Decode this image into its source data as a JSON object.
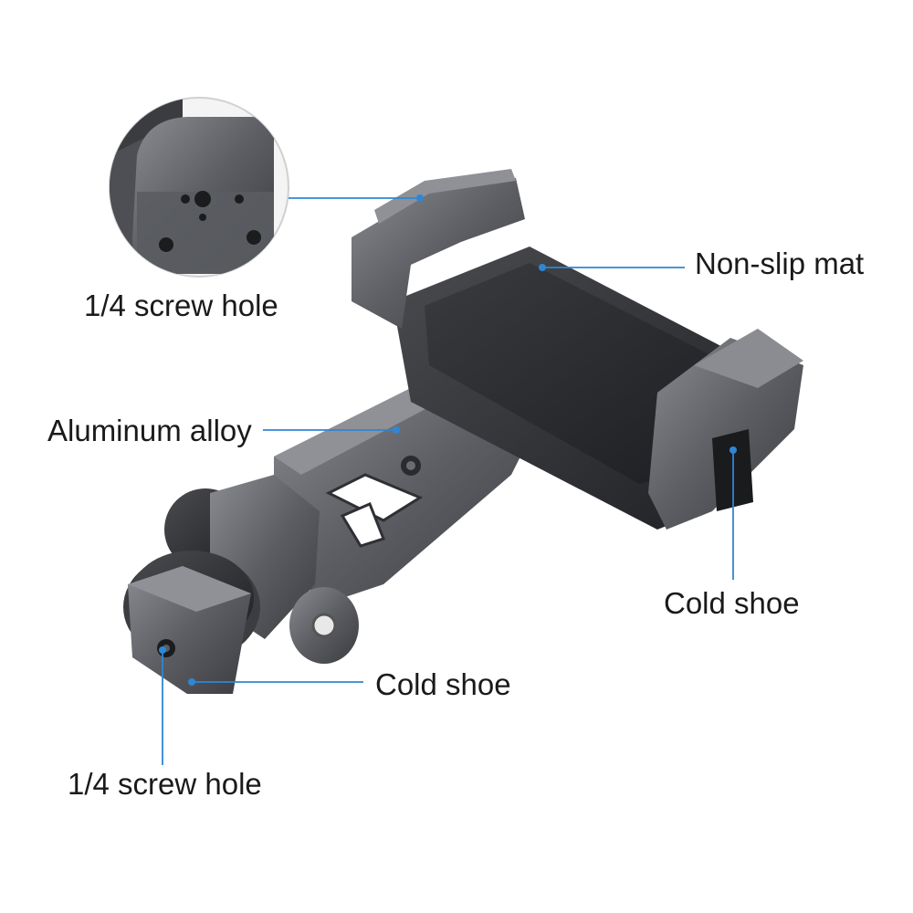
{
  "annotations": {
    "top_inset_screw_hole": "1/4 screw hole",
    "non_slip_mat": "Non-slip mat",
    "aluminum_alloy": "Aluminum alloy",
    "cold_shoe_right": "Cold shoe",
    "cold_shoe_bottom": "Cold shoe",
    "bottom_screw_hole": "1/4 screw hole"
  },
  "colors": {
    "leader_line": "#2f86d6",
    "metal_light": "#6e7075",
    "metal_mid": "#55575c",
    "metal_dark": "#2e3034",
    "mat": "#2a2b2e"
  }
}
